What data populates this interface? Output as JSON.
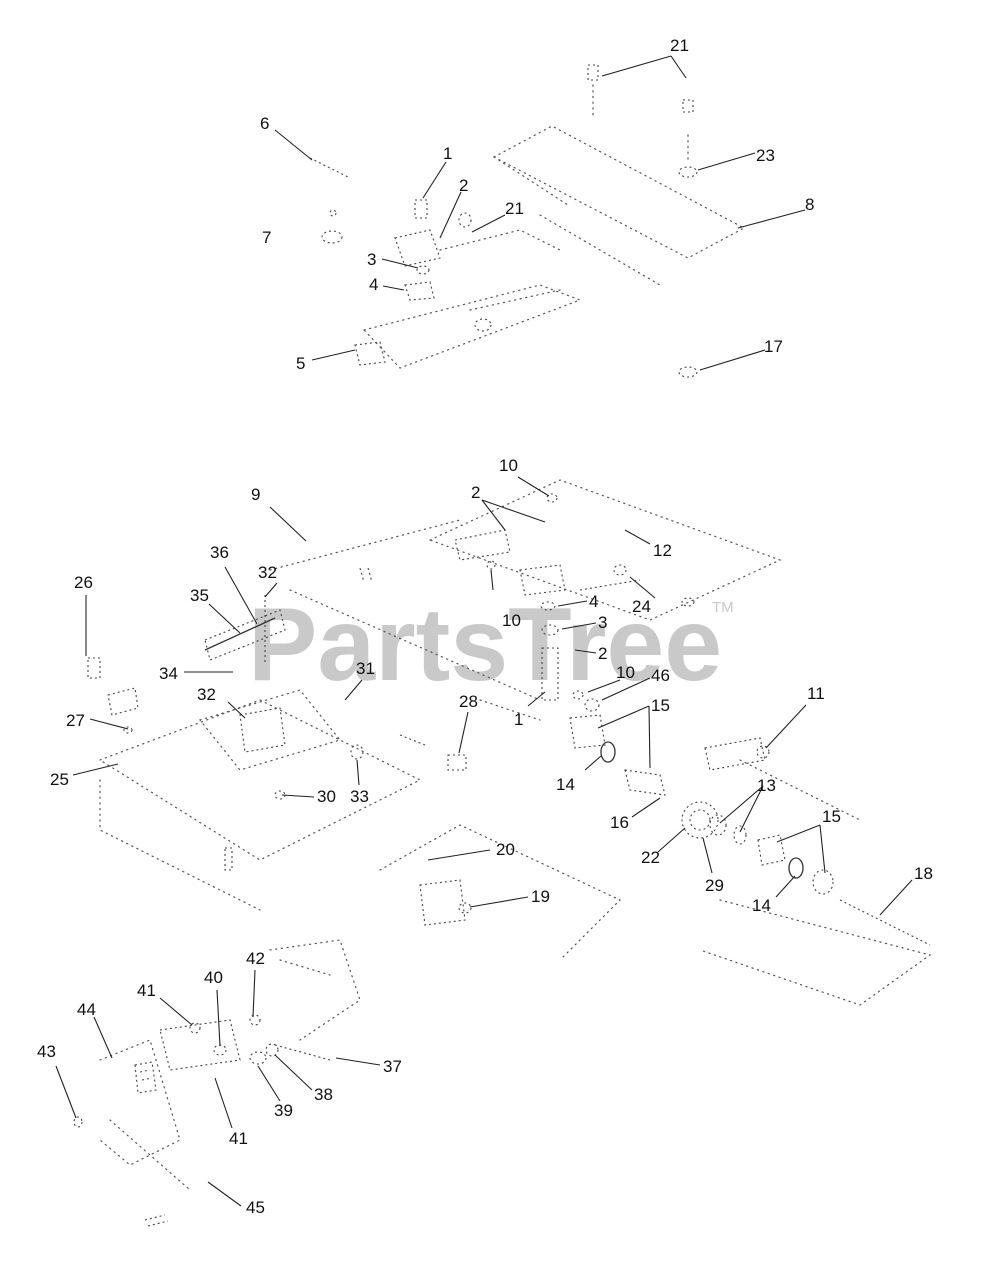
{
  "watermark": {
    "brand": "PartsTree",
    "trademark": "TM"
  },
  "callouts": [
    {
      "id": "c21a",
      "label": "21"
    },
    {
      "id": "c6",
      "label": "6"
    },
    {
      "id": "c1a",
      "label": "1"
    },
    {
      "id": "c23",
      "label": "23"
    },
    {
      "id": "c2a",
      "label": "2"
    },
    {
      "id": "c21b",
      "label": "21"
    },
    {
      "id": "c8",
      "label": "8"
    },
    {
      "id": "c7",
      "label": "7"
    },
    {
      "id": "c3a",
      "label": "3"
    },
    {
      "id": "c4a",
      "label": "4"
    },
    {
      "id": "c17",
      "label": "17"
    },
    {
      "id": "c5",
      "label": "5"
    },
    {
      "id": "c10a",
      "label": "10"
    },
    {
      "id": "c2b",
      "label": "2"
    },
    {
      "id": "c9",
      "label": "9"
    },
    {
      "id": "c12",
      "label": "12"
    },
    {
      "id": "c36",
      "label": "36"
    },
    {
      "id": "c26",
      "label": "26"
    },
    {
      "id": "c32a",
      "label": "32"
    },
    {
      "id": "c35",
      "label": "35"
    },
    {
      "id": "c4b",
      "label": "4"
    },
    {
      "id": "c24",
      "label": "24"
    },
    {
      "id": "c10b",
      "label": "10"
    },
    {
      "id": "c3b",
      "label": "3"
    },
    {
      "id": "c2c",
      "label": "2"
    },
    {
      "id": "c34",
      "label": "34"
    },
    {
      "id": "c31",
      "label": "31"
    },
    {
      "id": "c10c",
      "label": "10"
    },
    {
      "id": "c46",
      "label": "46"
    },
    {
      "id": "c11",
      "label": "11"
    },
    {
      "id": "c32b",
      "label": "32"
    },
    {
      "id": "c28",
      "label": "28"
    },
    {
      "id": "c15a",
      "label": "15"
    },
    {
      "id": "c27",
      "label": "27"
    },
    {
      "id": "c1b",
      "label": "1"
    },
    {
      "id": "c14a",
      "label": "14"
    },
    {
      "id": "c13",
      "label": "13"
    },
    {
      "id": "c25",
      "label": "25"
    },
    {
      "id": "c30",
      "label": "30"
    },
    {
      "id": "c33",
      "label": "33"
    },
    {
      "id": "c15b",
      "label": "15"
    },
    {
      "id": "c16",
      "label": "16"
    },
    {
      "id": "c20",
      "label": "20"
    },
    {
      "id": "c22",
      "label": "22"
    },
    {
      "id": "c29",
      "label": "29"
    },
    {
      "id": "c18",
      "label": "18"
    },
    {
      "id": "c19",
      "label": "19"
    },
    {
      "id": "c14b",
      "label": "14"
    },
    {
      "id": "c42",
      "label": "42"
    },
    {
      "id": "c40",
      "label": "40"
    },
    {
      "id": "c41a",
      "label": "41"
    },
    {
      "id": "c44",
      "label": "44"
    },
    {
      "id": "c43",
      "label": "43"
    },
    {
      "id": "c37",
      "label": "37"
    },
    {
      "id": "c38",
      "label": "38"
    },
    {
      "id": "c39",
      "label": "39"
    },
    {
      "id": "c41b",
      "label": "41"
    },
    {
      "id": "c45",
      "label": "45"
    }
  ]
}
